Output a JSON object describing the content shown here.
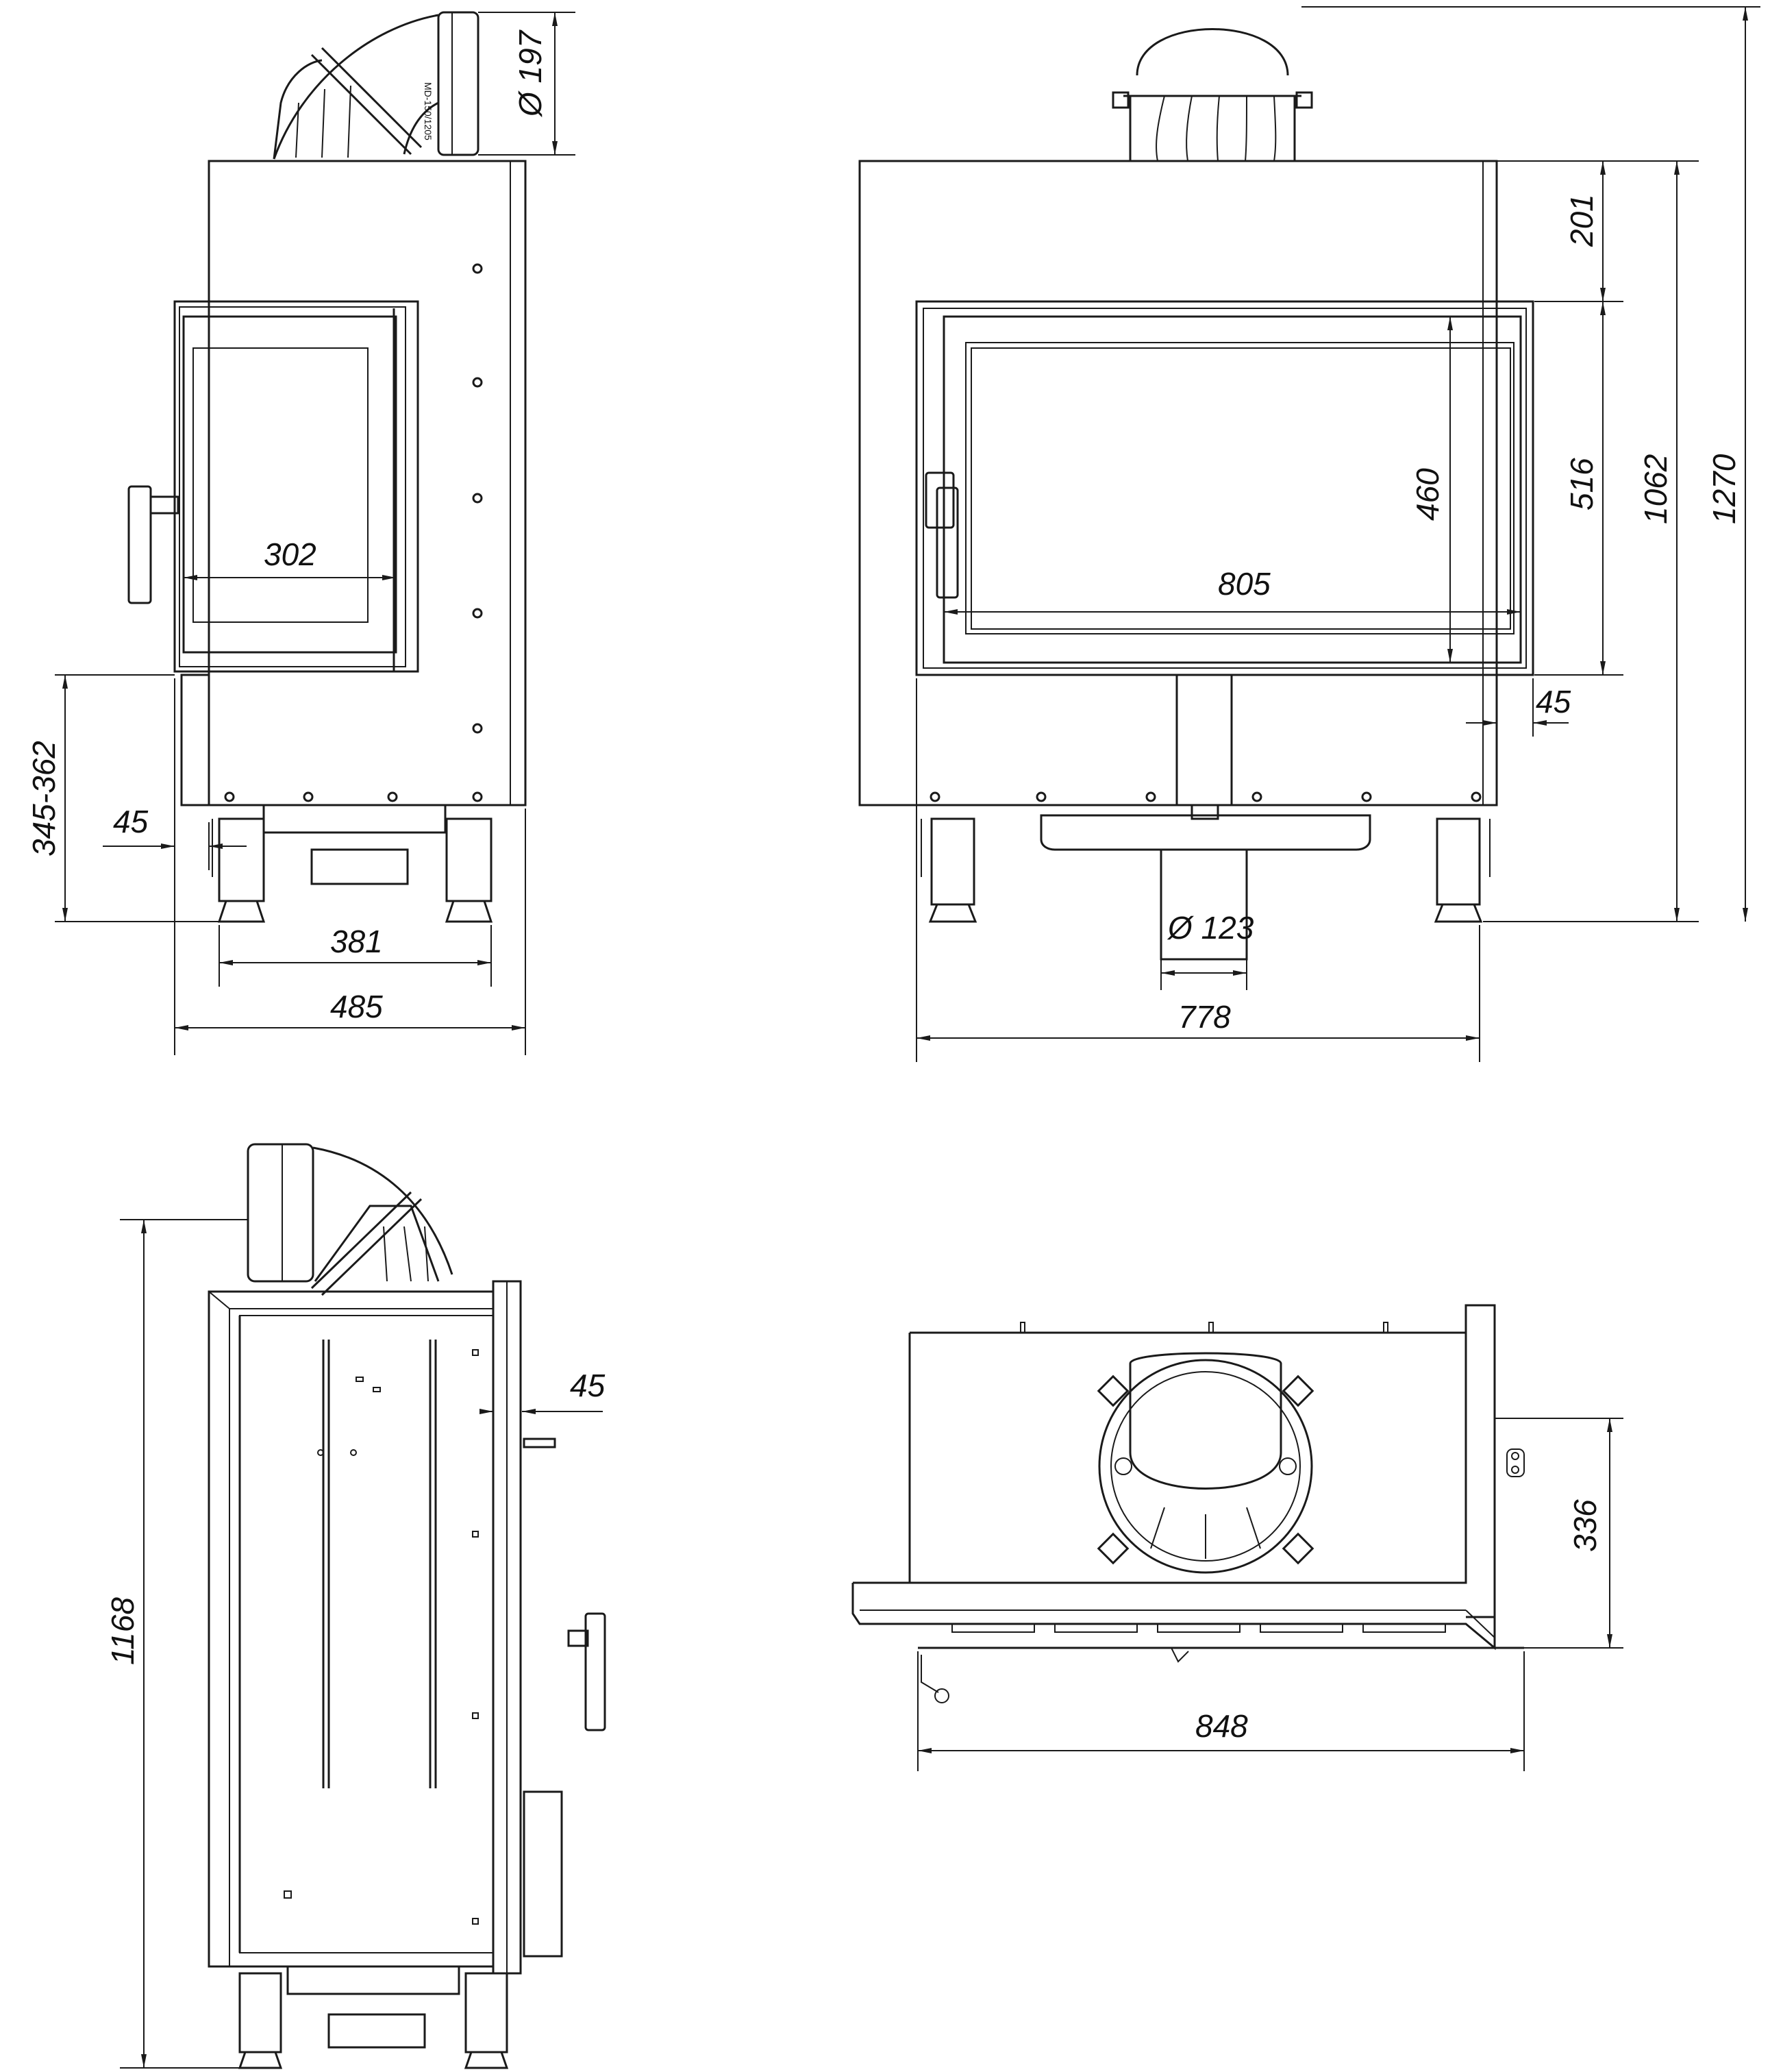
{
  "dimensions": {
    "flue_top_diameter": "Ø 197",
    "glass_width_side": "302",
    "door_bottom_height": "345-362",
    "side_offset_left": "45",
    "feet_spacing_side": "381",
    "depth_side": "485",
    "top_to_door": "201",
    "glass_height_front": "460",
    "door_height_front": "516",
    "body_height": "1062",
    "total_height": "1270",
    "glass_width_front": "805",
    "front_side_offset": "45",
    "air_inlet_diameter": "Ø 123",
    "width_front": "778",
    "back_height": "1168",
    "back_offset": "45",
    "top_depth": "336",
    "top_width": "848"
  },
  "flue_label": "MD-150/1205"
}
